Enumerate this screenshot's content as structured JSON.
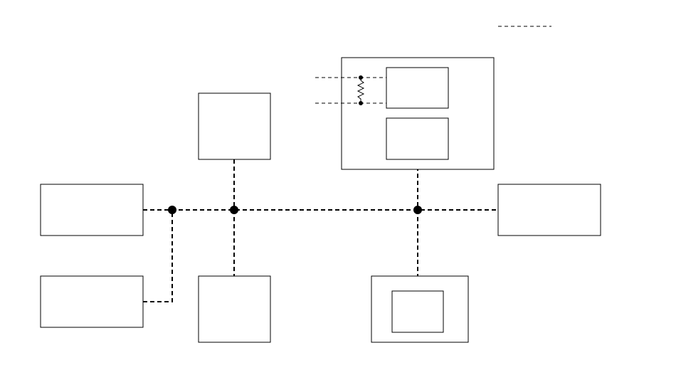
{
  "diagram": {
    "title": "",
    "legend": {
      "line_style": "dashed",
      "label": ""
    },
    "blocks": [
      {
        "id": "left-upper-block",
        "label": ""
      },
      {
        "id": "left-lower-block",
        "label": ""
      },
      {
        "id": "top-middle-block",
        "label": ""
      },
      {
        "id": "bottom-middle-block",
        "label": ""
      },
      {
        "id": "right-block",
        "label": ""
      },
      {
        "id": "top-right-outer-block",
        "label": ""
      },
      {
        "id": "top-right-inner-upper-block",
        "label": ""
      },
      {
        "id": "top-right-inner-lower-block",
        "label": ""
      },
      {
        "id": "bottom-right-outer-block",
        "label": ""
      },
      {
        "id": "bottom-right-inner-block",
        "label": ""
      }
    ],
    "components": [
      {
        "id": "resistor",
        "type": "resistor",
        "label": ""
      }
    ],
    "connections": {
      "junction_count": 3,
      "line_style": "dashed"
    }
  }
}
